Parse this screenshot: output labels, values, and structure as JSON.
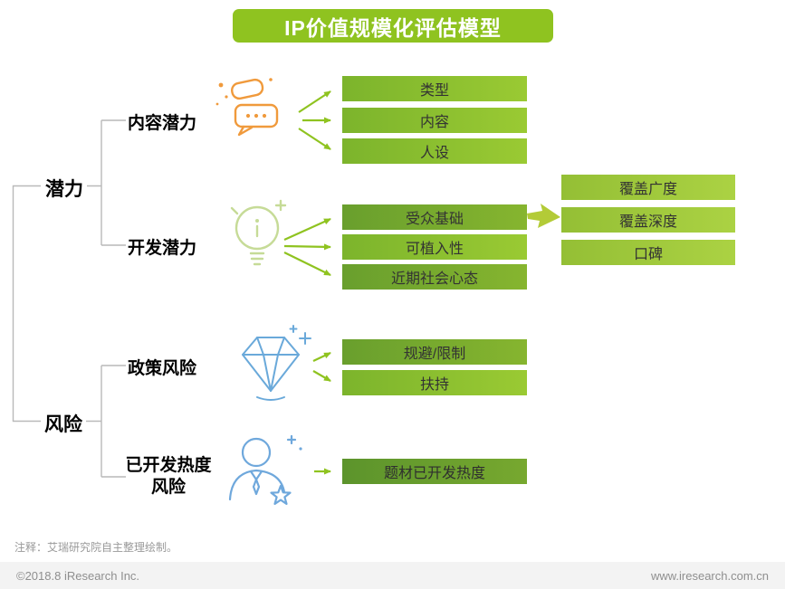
{
  "title": "IP价值规模化评估模型",
  "tree": {
    "potential": {
      "label": "潜力",
      "content": {
        "label": "内容潜力",
        "icon": "speech-bubbles-icon",
        "items": [
          "类型",
          "内容",
          "人设"
        ]
      },
      "develop": {
        "label": "开发潜力",
        "icon": "lightbulb-icon",
        "items": [
          "受众基础",
          "可植入性",
          "近期社会心态"
        ]
      }
    },
    "risk": {
      "label": "风险",
      "policy": {
        "label": "政策风险",
        "icon": "diamond-icon",
        "items": [
          "规避/限制",
          "扶持"
        ]
      },
      "heat": {
        "label_line1": "已开发热度",
        "label_line2": "风险",
        "icon": "person-icon",
        "items": [
          "题材已开发热度"
        ]
      }
    },
    "audience_detail": {
      "items": [
        "覆盖广度",
        "覆盖深度",
        "口碑"
      ]
    }
  },
  "colors": {
    "banner_green": "#8fc320",
    "box_green_light": "#9aca33",
    "box_green_mid": "#86b52f",
    "box_green_dark": "#77a82f",
    "box_green_pale": "#abd243",
    "arrow_green": "#8fc320",
    "chevron_green": "#b3cb37",
    "connector_gray": "#b9b9b9",
    "icon_orange": "#f09a3c",
    "icon_blue": "#6fa8dc",
    "icon_pale_green": "#c6db97",
    "footer_bg": "#f3f3f3"
  },
  "note": "注释：艾瑞研究院自主整理绘制。",
  "footer": {
    "left": "©2018.8 iResearch Inc.",
    "right": "www.iresearch.com.cn"
  }
}
